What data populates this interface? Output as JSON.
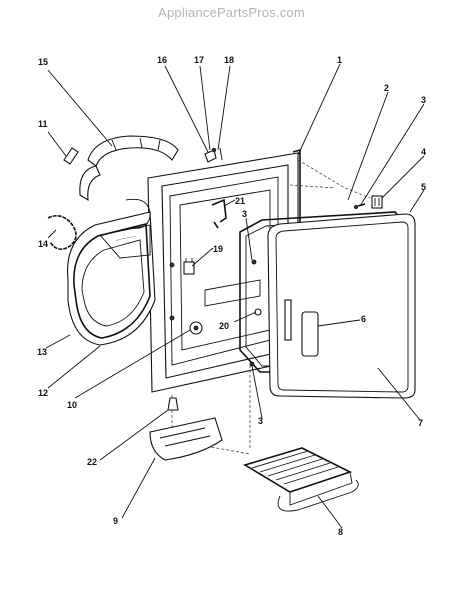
{
  "watermark": "AppliancePartsPros.com",
  "callouts": [
    "1",
    "2",
    "3",
    "4",
    "5",
    "6",
    "7",
    "8",
    "9",
    "10",
    "11",
    "12",
    "13",
    "14",
    "15",
    "16",
    "17",
    "18",
    "19",
    "20",
    "21",
    "22",
    "3"
  ]
}
